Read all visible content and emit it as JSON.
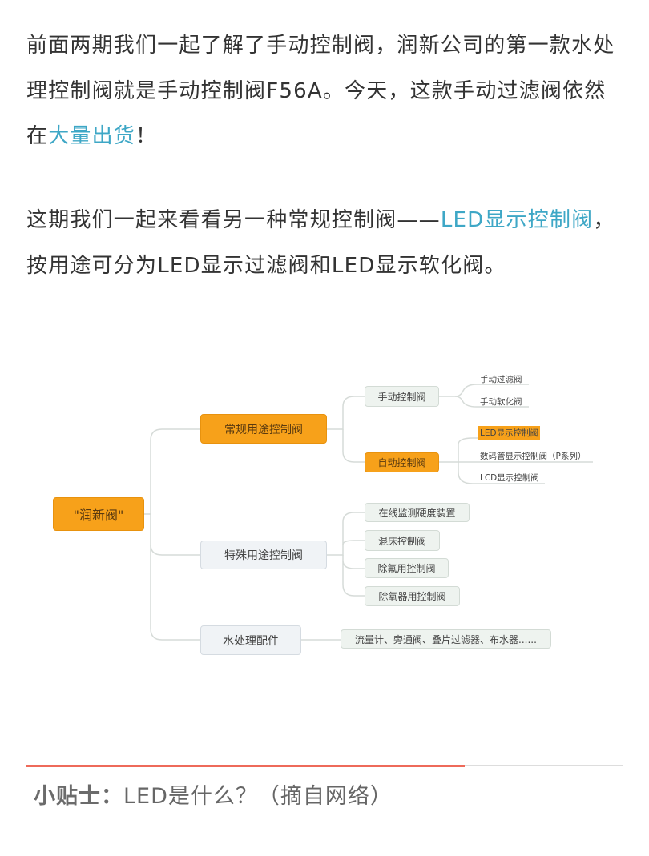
{
  "paragraph1": {
    "text_before": "前面两期我们一起了解了手动控制阀，润新公司的第一款水处理控制阀就是手动控制阀F56A。今天，这款手动过滤阀依然在",
    "link": "大量出货",
    "text_after": "！"
  },
  "paragraph2": {
    "text_before": "这期我们一起来看看另一种常规控制阀——",
    "link": "LED显示控制阀",
    "text_after": "，按用途可分为LED显示过滤阀和LED显示软化阀。"
  },
  "mindmap": {
    "root": "\"润新阀\"",
    "regular": "常规用途控制阀",
    "manual": "手动控制阀",
    "manual_leaves": [
      "手动过滤阀",
      "手动软化阀"
    ],
    "auto": "自动控制阀",
    "auto_leaves": [
      "LED显示控制阀",
      "数码管显示控制阀（P系列）",
      "LCD显示控制阀"
    ],
    "special": "特殊用途控制阀",
    "special_children": [
      "在线监测硬度装置",
      "混床控制阀",
      "除氟用控制阀",
      "除氧器用控制阀"
    ],
    "accessories": "水处理配件",
    "accessories_child": "流量计、旁通阀、叠片过滤器、布水器......"
  },
  "tip": {
    "label": "小贴士：",
    "text": "LED是什么？（摘自网络）"
  },
  "colors": {
    "accent": "#3ea7c6",
    "orange": "#f7a11a",
    "divider": "#ee6a5a"
  }
}
